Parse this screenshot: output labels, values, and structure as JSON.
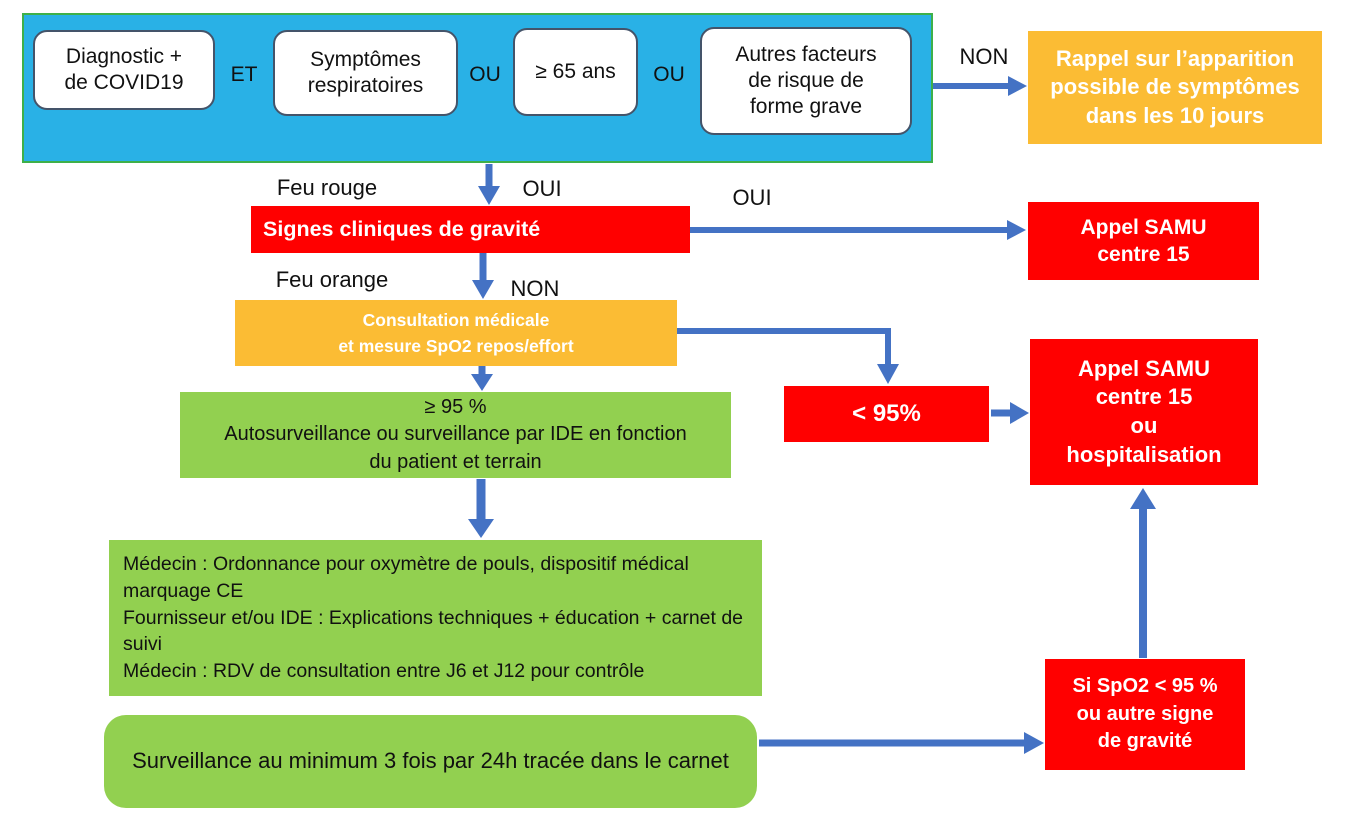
{
  "colors": {
    "cyan_banner": "#29B1E6",
    "banner_border_green": "#3EB049",
    "criteria_box_border": "#44546A",
    "red": "#FF0000",
    "orange": "#FBBC34",
    "green": "#92D050",
    "arrow_blue": "#4472C4",
    "text_black": "#111111",
    "text_white": "#FFFFFF"
  },
  "banner": {
    "box_diagnostic": [
      "Diagnostic +",
      "de COVID19"
    ],
    "connector_et": "ET",
    "box_symptomes": [
      "Symptômes",
      "respiratoires"
    ],
    "connector_ou1": "OU",
    "box_age": "≥ 65 ans",
    "connector_ou2": "OU",
    "box_facteurs": [
      "Autres facteurs",
      "de risque de",
      "forme grave"
    ]
  },
  "labels": {
    "non_to_rappel": "NON",
    "oui_to_signes": "OUI",
    "feu_rouge": "Feu rouge",
    "oui_to_samu": "OUI",
    "feu_orange": "Feu orange",
    "non_to_consultation": "NON"
  },
  "boxes": {
    "rappel": [
      "Rappel sur l’apparition",
      "possible de symptômes",
      "dans les 10 jours"
    ],
    "signes_gravite": "Signes cliniques de gravité",
    "appel_samu_1": [
      "Appel SAMU",
      "centre 15"
    ],
    "consultation": [
      "Consultation médicale",
      "et mesure SpO2 repos/effort"
    ],
    "spo2_sup95": [
      "≥ 95 %",
      "Autosurveillance ou surveillance par IDE en fonction",
      "du patient et terrain"
    ],
    "spo2_inf95": "< 95%",
    "appel_samu_2": [
      "Appel SAMU",
      "centre 15",
      "ou",
      "hospitalisation"
    ],
    "parcours_medecin": [
      "Médecin : Ordonnance pour oxymètre de pouls, dispositif médical marquage CE",
      "Fournisseur et/ou IDE : Explications techniques + éducation + carnet de suivi",
      "Médecin : RDV de consultation entre J6 et J12 pour contrôle"
    ],
    "surveillance": "Surveillance au minimum 3 fois par 24h tracée dans le carnet",
    "si_spo2_inf95": [
      "Si SpO2 < 95 %",
      "ou autre signe",
      "de gravité"
    ]
  }
}
